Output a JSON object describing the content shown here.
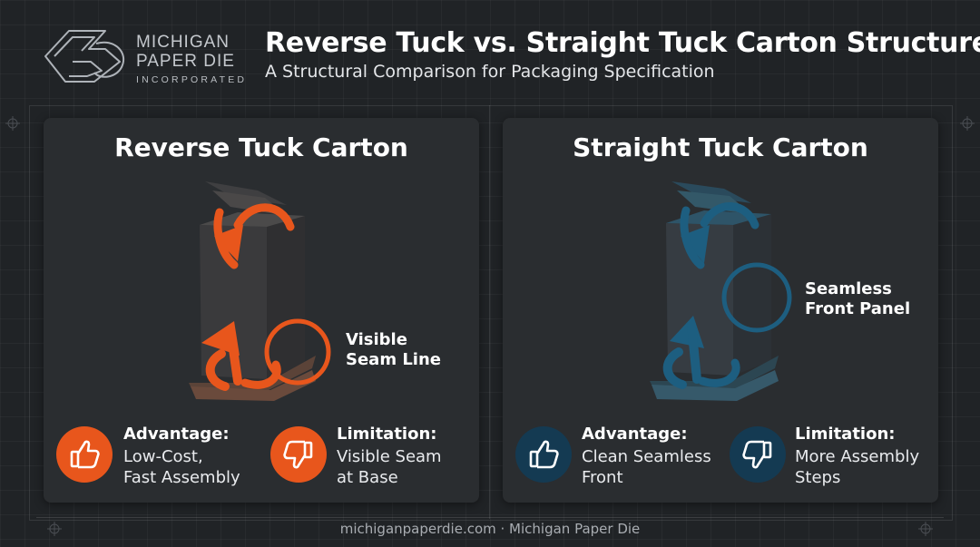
{
  "brand": {
    "line1": "MICHIGAN",
    "line2": "PAPER DIE",
    "line3": "INCORPORATED"
  },
  "header": {
    "title": "Reverse Tuck vs. Straight Tuck Carton Structures",
    "subtitle": "A Structural Comparison for Packaging Specification"
  },
  "colors": {
    "accent_orange": "#e8561c",
    "accent_blue": "#1d5e80",
    "panel_bg": "#2a2d30",
    "page_bg": "#202326"
  },
  "left_panel": {
    "title": "Reverse Tuck Carton",
    "callout_line1": "Visible",
    "callout_line2": "Seam Line",
    "advantage": {
      "label": "Advantage:",
      "line1": "Low-Cost,",
      "line2": "Fast Assembly",
      "icon": "thumbs-up-icon"
    },
    "limitation": {
      "label": "Limitation:",
      "line1": "Visible Seam",
      "line2": "at Base",
      "icon": "thumbs-down-icon"
    }
  },
  "right_panel": {
    "title": "Straight Tuck Carton",
    "callout_line1": "Seamless",
    "callout_line2": "Front Panel",
    "advantage": {
      "label": "Advantage:",
      "line1": "Clean Seamless",
      "line2": "Front",
      "icon": "thumbs-up-icon"
    },
    "limitation": {
      "label": "Limitation:",
      "line1": "More Assembly",
      "line2": "Steps",
      "icon": "thumbs-down-icon"
    }
  },
  "footer": {
    "text": "michiganpaperdie.com · Michigan Paper Die"
  }
}
